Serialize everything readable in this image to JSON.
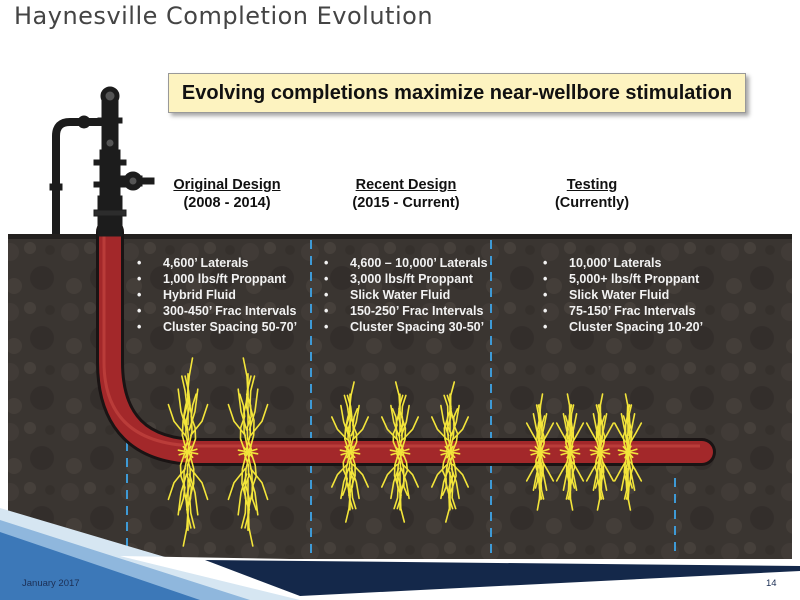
{
  "slide": {
    "title": "Haynesville Completion Evolution",
    "banner": "Evolving completions maximize near-wellbore stimulation",
    "footer_date": "January 2017",
    "page_number": "14"
  },
  "designs": [
    {
      "name": "Original Design",
      "period": "(2008 - 2014)",
      "bullets": [
        "4,600’ Laterals",
        "1,000 lbs/ft Proppant",
        "Hybrid Fluid",
        "300-450’ Frac Intervals",
        "Cluster Spacing 50-70’"
      ]
    },
    {
      "name": "Recent Design",
      "period": "(2015 - Current)",
      "bullets": [
        "4,600 – 10,000’ Laterals",
        "3,000 lbs/ft Proppant",
        "Slick Water Fluid",
        "150-250’ Frac Intervals",
        "Cluster Spacing 30-50’"
      ]
    },
    {
      "name": "Testing",
      "period": "(Currently)",
      "bullets": [
        "10,000’ Laterals",
        "5,000+ lbs/ft Proppant",
        "Slick Water Fluid",
        "75-150’ Frac Intervals",
        "Cluster Spacing 10-20’"
      ]
    }
  ],
  "colors": {
    "rock": "#3a3531",
    "wellbore": "#a3282a",
    "fracture": "#f3e53a",
    "divider": "#3e9ad6",
    "footer_accent": "#1c3563"
  },
  "icons": {
    "wellhead": "wellhead-icon"
  }
}
